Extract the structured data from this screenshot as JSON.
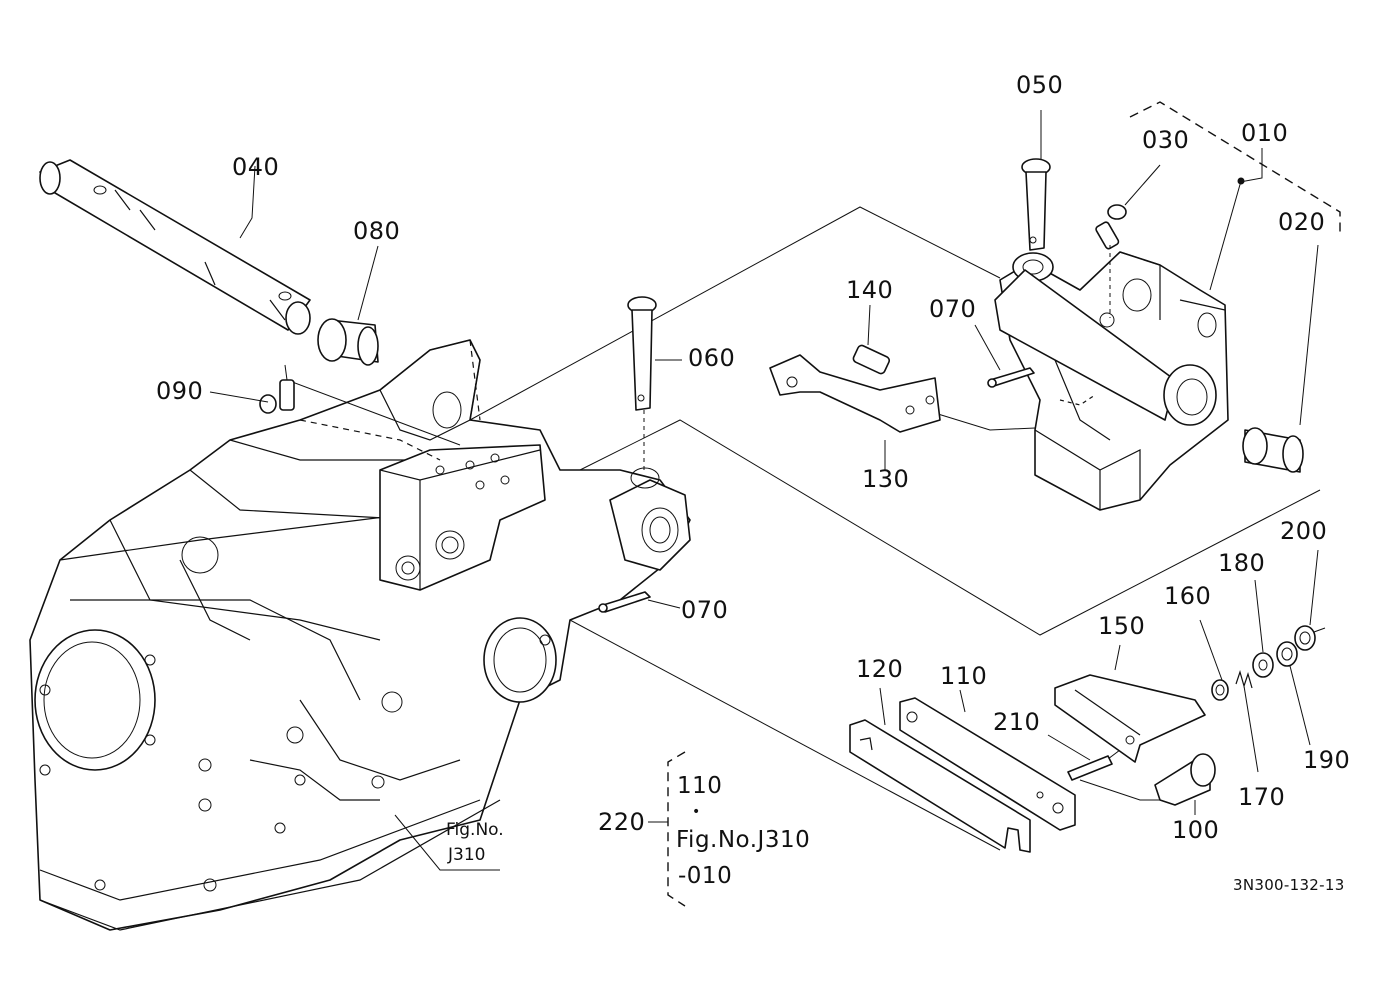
{
  "labels": {
    "p010": "010",
    "p020": "020",
    "p030": "030",
    "p040": "040",
    "p050": "050",
    "p060": "060",
    "p070_upper": "070",
    "p070_lower": "070",
    "p080": "080",
    "p090": "090",
    "p100": "100",
    "p110": "110",
    "p120": "120",
    "p130": "130",
    "p140": "140",
    "p150": "150",
    "p160": "160",
    "p170": "170",
    "p180": "180",
    "p190": "190",
    "p200": "200",
    "p210": "210",
    "p220": "220"
  },
  "fig_reference": {
    "line1": "Fig.No.",
    "line2": "J310"
  },
  "kit_note": {
    "part": "110",
    "bullet": "•",
    "ref_line1": "Fig.No.J310",
    "ref_line2": "-010"
  },
  "drawing_code": "3N300-132-13"
}
